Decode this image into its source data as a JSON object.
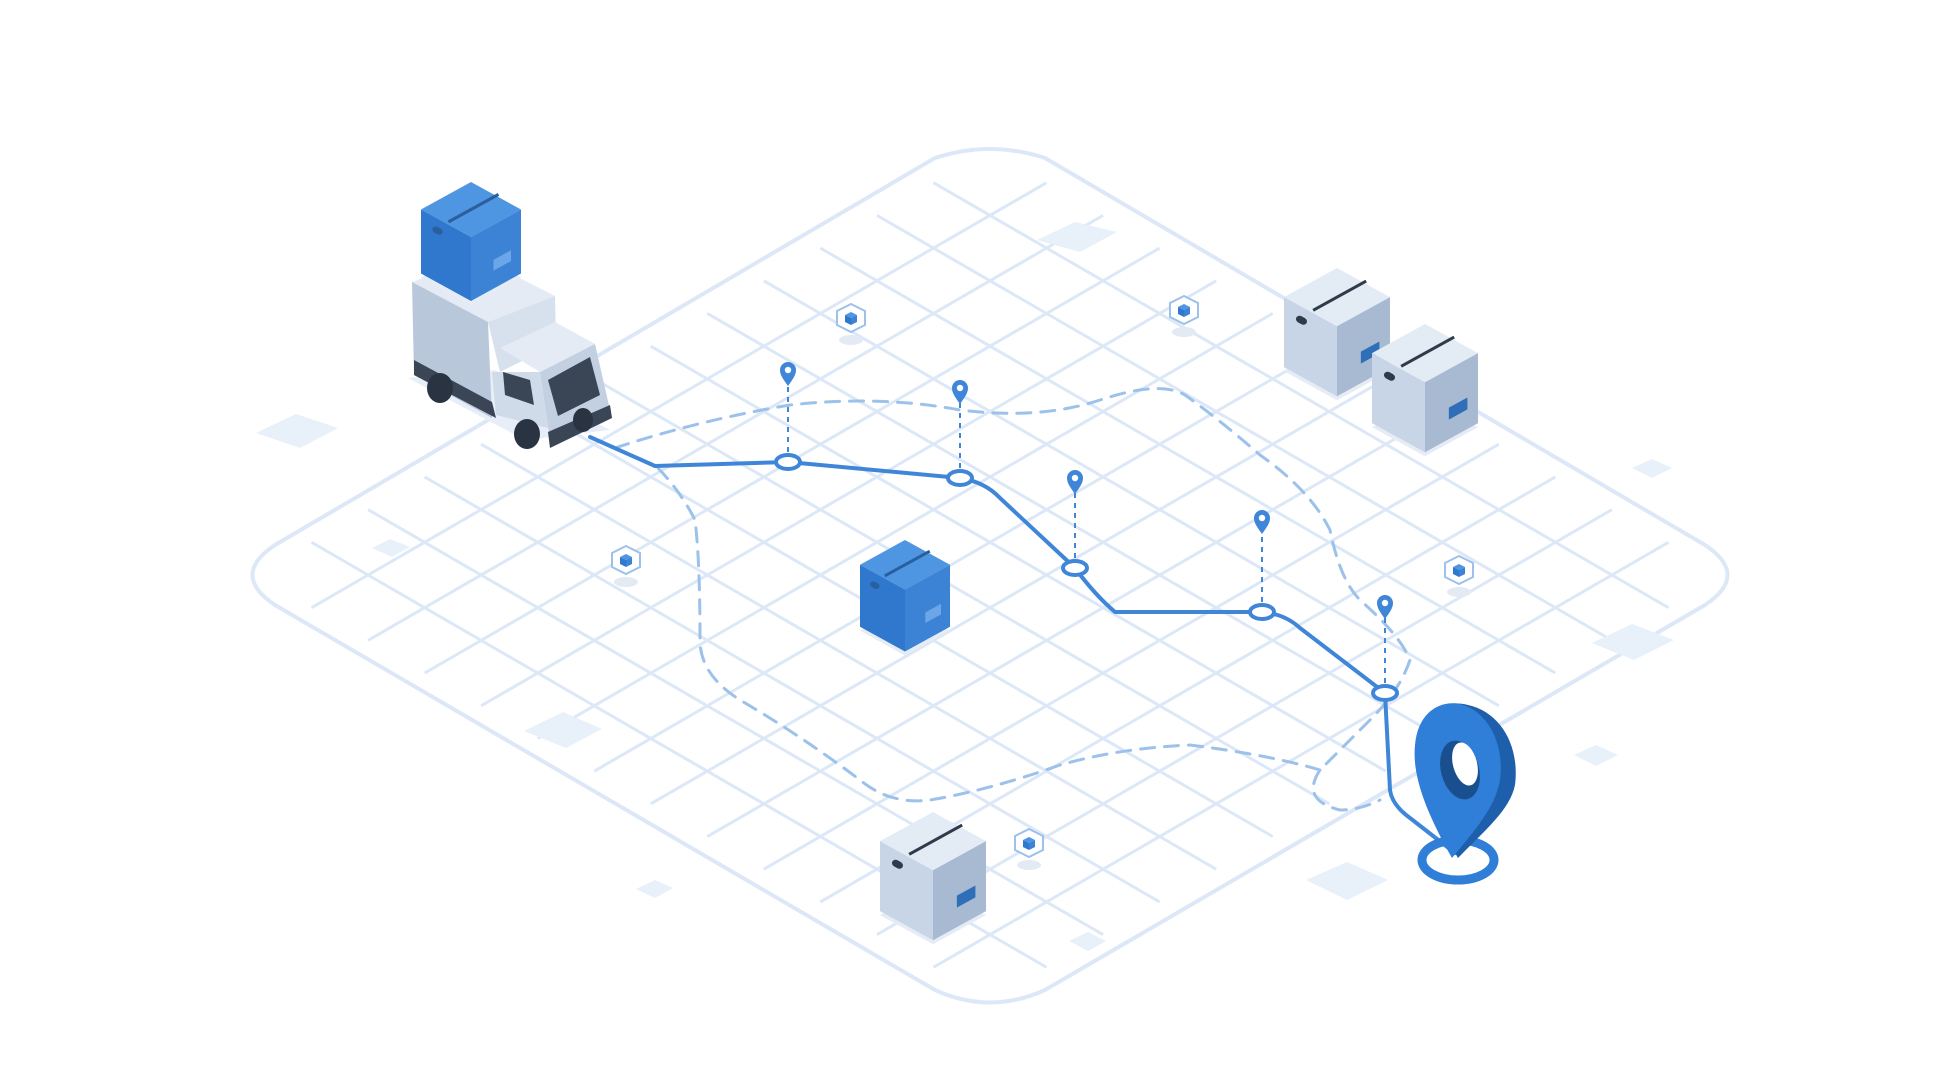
{
  "illustration": {
    "subject": "isometric-delivery-route-map",
    "colors": {
      "background": "#ffffff",
      "grid_line": "#dce8f7",
      "grid_tile": "#e8f0fa",
      "route_solid": "#3f86d8",
      "route_dashed": "#9cc1ea",
      "waypoint_pin": "#3f86d8",
      "box_blue_top": "#4e95e2",
      "box_blue_left": "#2f78cd",
      "box_blue_right": "#3c83d6",
      "box_grey_top": "#e3ebf5",
      "box_grey_left": "#c8d5e6",
      "box_grey_right": "#a8bad2",
      "truck_body": "#d7e1ee",
      "truck_dark": "#3a4556",
      "destination_pin": "#2f7ed8",
      "destination_pin_dark": "#1e5fab"
    },
    "icons": [
      "truck-icon",
      "cargo-box-icon",
      "waypoint-pin-icon",
      "small-package-icon",
      "destination-pin-icon"
    ],
    "waypoint_count": 5,
    "package_marker_count": 5,
    "warehouse_box_count": 4
  }
}
